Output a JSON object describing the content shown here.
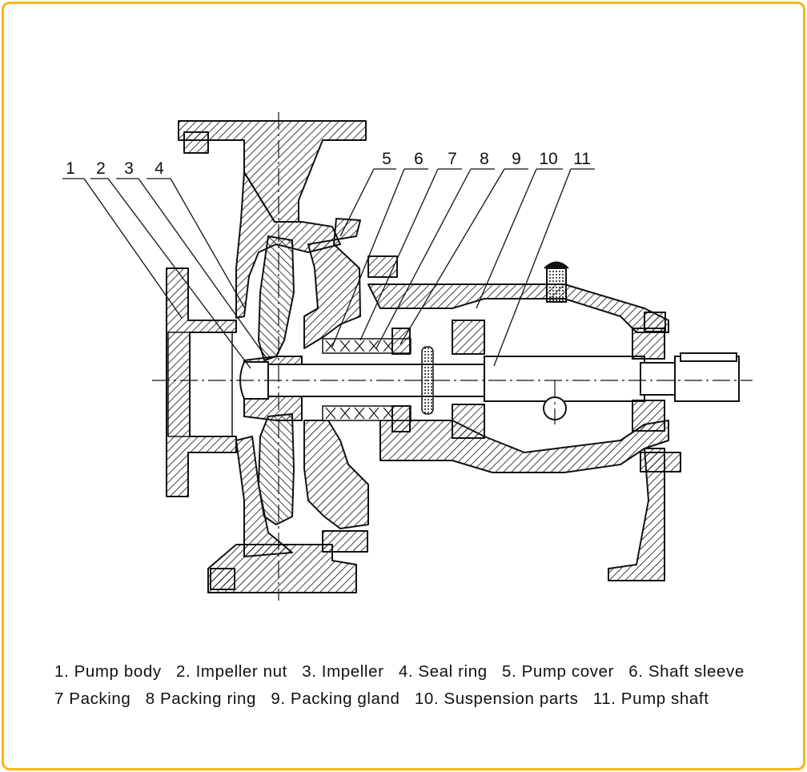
{
  "callouts": [
    "1",
    "2",
    "3",
    "4",
    "5",
    "6",
    "7",
    "8",
    "9",
    "10",
    "11"
  ],
  "legend": {
    "row1": [
      "1. Pump body",
      "2. Impeller nut",
      "3. Impeller",
      "4. Seal ring",
      "5. Pump cover",
      "6. Shaft sleeve"
    ],
    "row2": [
      "7 Packing",
      "8 Packing ring",
      "9. Packing gland",
      "10. Suspension parts",
      "11. Pump shaft"
    ]
  },
  "colors": {
    "frame": "#f5b819",
    "ink": "#111111"
  }
}
